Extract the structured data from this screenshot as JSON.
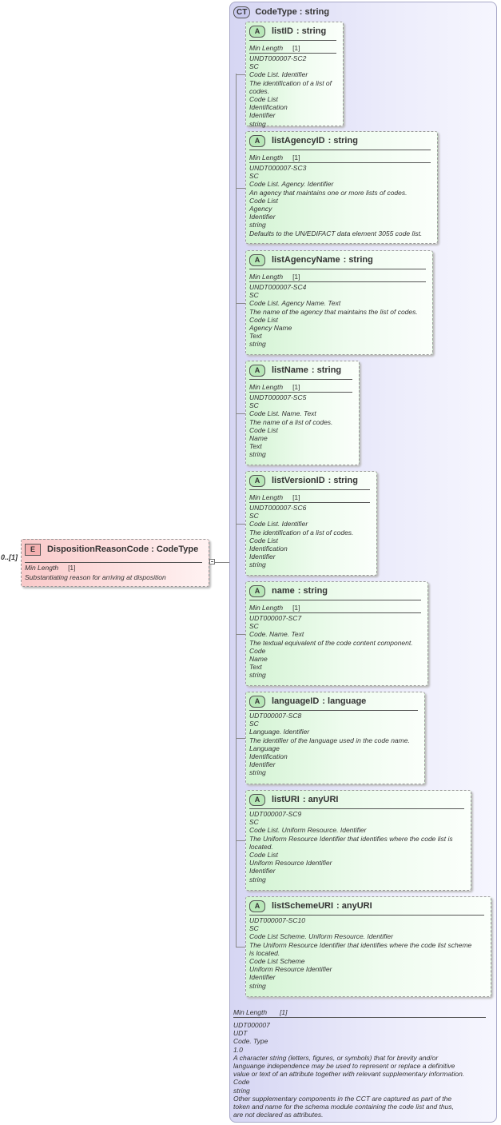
{
  "codetype": {
    "badge": "CT",
    "title": "CodeType : string",
    "footer_min_length_label": "Min Length",
    "footer_min_length_value": "[1]",
    "footer_lines": [
      "UDT000007",
      "UDT",
      "Code. Type",
      "1.0",
      "A character string (letters, figures, or symbols) that for brevity and/or",
      "languange independence may be used to represent or replace a definitive",
      "value or text of an attribute together with relevant supplementary information.",
      "Code",
      "string",
      "Other supplementary components in the CCT are captured as part of the",
      "token and name for the schema module containing the code list and thus,",
      "are not declared as attributes."
    ]
  },
  "attributes": [
    {
      "badge": "A",
      "name": "listID",
      "type": ": string",
      "min_length_label": "Min Length",
      "min_length_value": "[1]",
      "lines": [
        "UNDT000007-SC2",
        "SC",
        "Code List. Identifier",
        "The identification of a list of codes.",
        "Code List",
        "Identification",
        "Identifier",
        "string"
      ]
    },
    {
      "badge": "A",
      "name": "listAgencyID",
      "type": ": string",
      "min_length_label": "Min Length",
      "min_length_value": "[1]",
      "lines": [
        "UNDT000007-SC3",
        "SC",
        "Code List. Agency. Identifier",
        "An agency that maintains one or more lists of codes.",
        "Code List",
        "Agency",
        "Identifier",
        "string",
        "Defaults to the UN/EDIFACT data element 3055 code list."
      ]
    },
    {
      "badge": "A",
      "name": "listAgencyName",
      "type": ": string",
      "min_length_label": "Min Length",
      "min_length_value": "[1]",
      "lines": [
        "UNDT000007-SC4",
        "SC",
        "Code List. Agency Name. Text",
        "The name of the agency that maintains the list of codes.",
        "Code List",
        "Agency Name",
        "Text",
        "string"
      ]
    },
    {
      "badge": "A",
      "name": "listName",
      "type": ": string",
      "min_length_label": "Min Length",
      "min_length_value": "[1]",
      "lines": [
        "UNDT000007-SC5",
        "SC",
        "Code List. Name. Text",
        "The name of a list of codes.",
        "Code List",
        "Name",
        "Text",
        "string"
      ]
    },
    {
      "badge": "A",
      "name": "listVersionID",
      "type": ": string",
      "min_length_label": "Min Length",
      "min_length_value": "[1]",
      "lines": [
        "UNDT000007-SC6",
        "SC",
        "Code List. Identifier",
        "The identification of a list of codes.",
        "Code List",
        "Identification",
        "Identifier",
        "string"
      ]
    },
    {
      "badge": "A",
      "name": "name",
      "type": ": string",
      "min_length_label": "Min Length",
      "min_length_value": "[1]",
      "lines": [
        "UDT000007-SC7",
        "SC",
        "Code. Name. Text",
        "The textual equivalent of the code content component.",
        "Code",
        "Name",
        "Text",
        "string"
      ]
    },
    {
      "badge": "A",
      "name": "languageID",
      "type": ": language",
      "lines": [
        "UDT000007-SC8",
        "SC",
        "Language. Identifier",
        "The identifier of the language used in the code name.",
        "Language",
        "Identification",
        "Identifier",
        "string"
      ]
    },
    {
      "badge": "A",
      "name": "listURI",
      "type": ": anyURI",
      "lines": [
        "UDT000007-SC9",
        "SC",
        "Code List. Uniform Resource. Identifier",
        "The Uniform Resource Identifier that identifies where the code list is",
        "located.",
        "Code List",
        "Uniform Resource Identifier",
        "Identifier",
        "string"
      ]
    },
    {
      "badge": "A",
      "name": "listSchemeURI",
      "type": ": anyURI",
      "lines": [
        "UDT000007-SC10",
        "SC",
        "Code List Scheme. Uniform Resource. Identifier",
        "The Uniform Resource Identifier that identifies where the code list scheme",
        "is located.",
        "Code List Scheme",
        "Uniform Resource Identifier",
        "Identifier",
        "string"
      ]
    }
  ],
  "element": {
    "badge": "E",
    "title": "DispositionReasonCode : CodeType",
    "cardinality": "0..[1]",
    "min_length_label": "Min Length",
    "min_length_value": "[1]",
    "description": "Substantiating reason for arriving at disposition"
  }
}
